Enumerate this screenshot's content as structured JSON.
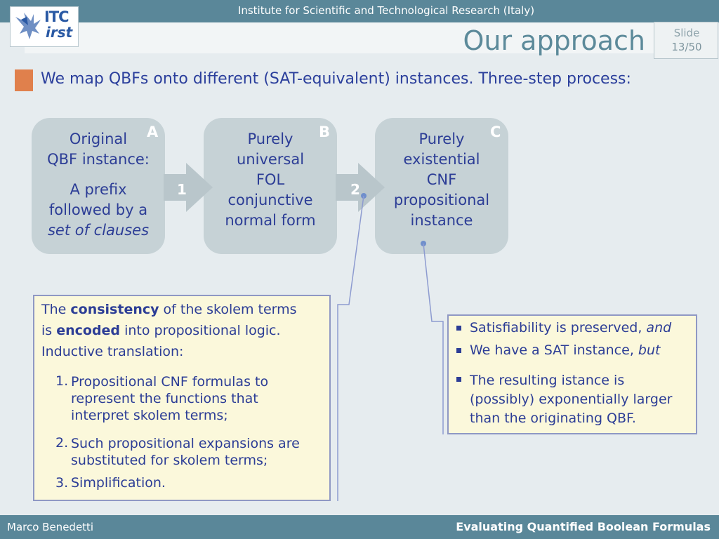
{
  "header": {
    "institute": "Institute for Scientific and Technological Research (Italy)",
    "title": "Our approach",
    "slide_label": "Slide",
    "slide_number": "13/50",
    "logo_top": "ITC",
    "logo_bottom": "irst"
  },
  "intro": "We map QBFs onto different (SAT-equivalent) instances. Three-step process:",
  "steps": [
    {
      "letter": "A",
      "line1": "Original",
      "line2": "QBF instance:",
      "line3": "A prefix",
      "line4": "followed by a",
      "line5": "set of clauses"
    },
    {
      "letter": "B",
      "line1": "Purely",
      "line2": "universal",
      "line3": "FOL",
      "line4": "conjunctive",
      "line5": "normal form"
    },
    {
      "letter": "C",
      "line1": "Purely",
      "line2": "existential",
      "line3": "CNF",
      "line4": "propositional",
      "line5": "instance"
    }
  ],
  "arrows": [
    "1",
    "2"
  ],
  "left_panel": {
    "p1_a": "The ",
    "p1_b": "consistency",
    "p1_c": " of the skolem terms",
    "p2_a": "is ",
    "p2_b": "encoded",
    "p2_c": " into propositional logic.",
    "p3": "Inductive translation:",
    "items": [
      {
        "num": "1.",
        "line1": "Propositional CNF formulas to",
        "line2": "represent the functions that",
        "line3": "interpret skolem terms;"
      },
      {
        "num": "2.",
        "line1": "Such propositional expansions are",
        "line2": "substituted for skolem terms;"
      },
      {
        "num": "3.",
        "line1": "Simplification."
      }
    ]
  },
  "right_panel": {
    "b1_a": "Satisfiability is preserved, ",
    "b1_b": "and",
    "b2_a": "We have a SAT instance, ",
    "b2_b": "but",
    "b3_l1": "The resulting istance is",
    "b3_l2": "(possibly) exponentially larger",
    "b3_l3": "than the originating QBF."
  },
  "footer": {
    "author": "Marco Benedetti",
    "title": "Evaluating Quantified Boolean Formulas"
  },
  "colors": {
    "header_bar": "#5a8799",
    "title_text": "#5c8a9a",
    "body_text": "#2c3d96",
    "step_box": "#c6d2d6",
    "panel_fill": "#fbf8db",
    "bullet_accent": "#e0804c"
  }
}
